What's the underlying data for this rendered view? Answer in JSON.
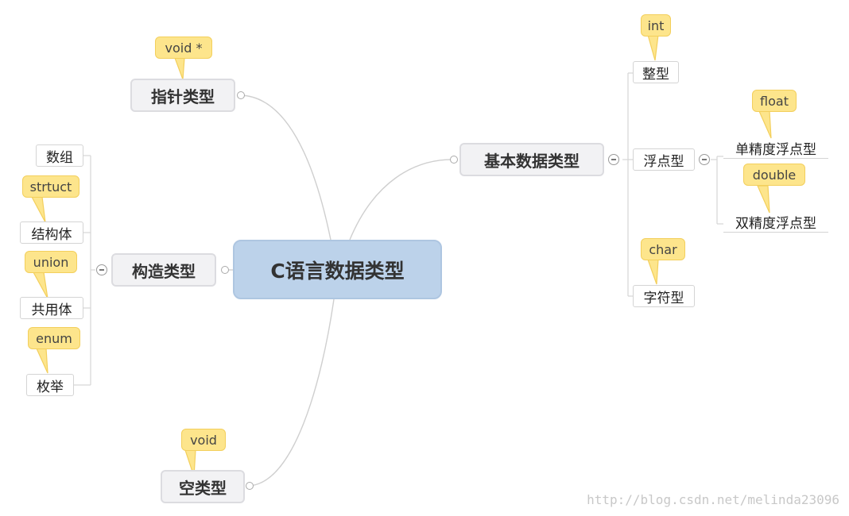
{
  "root": {
    "label": "C语言数据类型"
  },
  "pointer": {
    "label": "指针类型",
    "note": "void *"
  },
  "basic": {
    "label": "基本数据类型",
    "int": {
      "label": "整型",
      "note": "int"
    },
    "float": {
      "label": "浮点型",
      "single": {
        "label": "单精度浮点型",
        "note": "float"
      },
      "double": {
        "label": "双精度浮点型",
        "note": "double"
      }
    },
    "char": {
      "label": "字符型",
      "note": "char"
    }
  },
  "construct": {
    "label": "构造类型",
    "array": {
      "label": "数组"
    },
    "struct": {
      "label": "结构体",
      "note": "strtuct"
    },
    "union": {
      "label": "共用体",
      "note": "union"
    },
    "enum": {
      "label": "枚举",
      "note": "enum"
    }
  },
  "void_type": {
    "label": "空类型",
    "note": "void"
  },
  "watermark": "http://blog.csdn.net/melinda23096"
}
